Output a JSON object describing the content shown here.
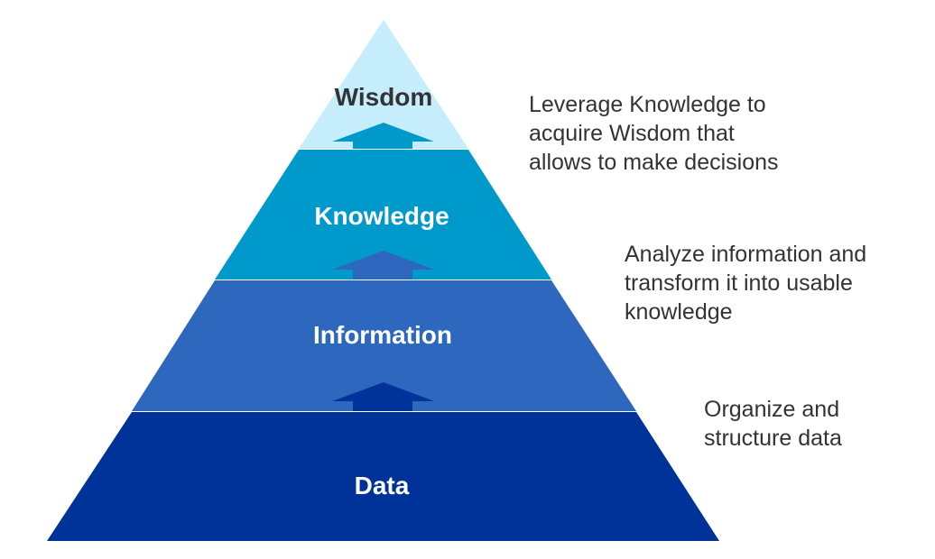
{
  "levels": [
    {
      "label": "Wisdom",
      "color": "#C5EDFB",
      "text_color": "#333333"
    },
    {
      "label": "Knowledge",
      "color": "#0099CC",
      "text_color": "#FFFFFF"
    },
    {
      "label": "Information",
      "color": "#2E67BE",
      "text_color": "#FFFFFF"
    },
    {
      "label": "Data",
      "color": "#003399",
      "text_color": "#FFFFFF"
    }
  ],
  "descriptions": [
    {
      "lines": [
        "Leverage Knowledge to",
        "acquire Wisdom that",
        "allows to make decisions"
      ]
    },
    {
      "lines": [
        "Analyze information and",
        "transform it into usable",
        "knowledge"
      ]
    },
    {
      "lines": [
        "Organize and",
        "structure data"
      ]
    }
  ]
}
